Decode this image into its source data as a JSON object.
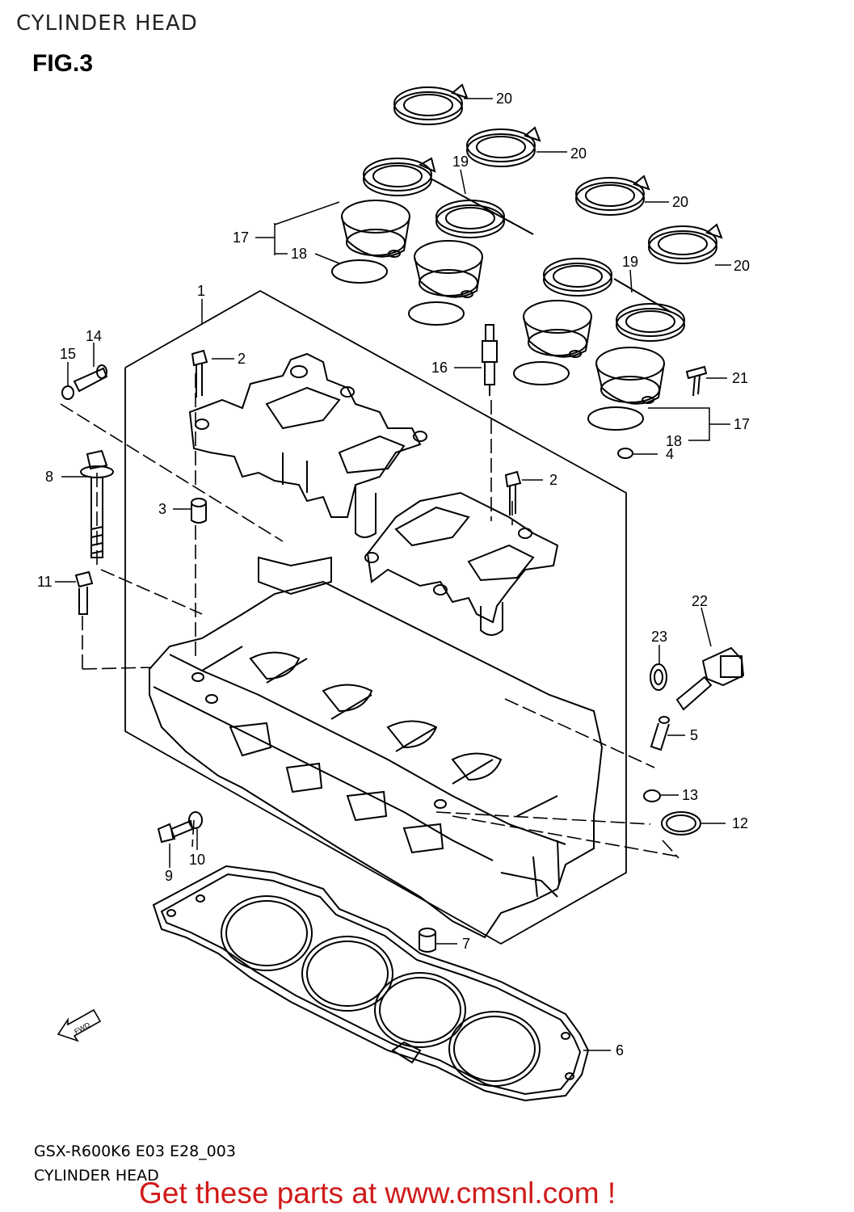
{
  "header": {
    "title": "CYLINDER HEAD",
    "figure": "FIG.3"
  },
  "footer": {
    "model_code": "GSX-R600K6 E03 E28_003",
    "section_name": "CYLINDER HEAD",
    "promo": "Get these parts at www.cmsnl.com !"
  },
  "diagram": {
    "callouts": [
      "20",
      "20",
      "20",
      "20",
      "19",
      "19",
      "17",
      "18",
      "1",
      "14",
      "15",
      "2",
      "16",
      "21",
      "18",
      "17",
      "4",
      "8",
      "2",
      "3",
      "11",
      "22",
      "23",
      "5",
      "13",
      "12",
      "10",
      "9",
      "7",
      "6"
    ],
    "direction_marker": "FWD"
  }
}
